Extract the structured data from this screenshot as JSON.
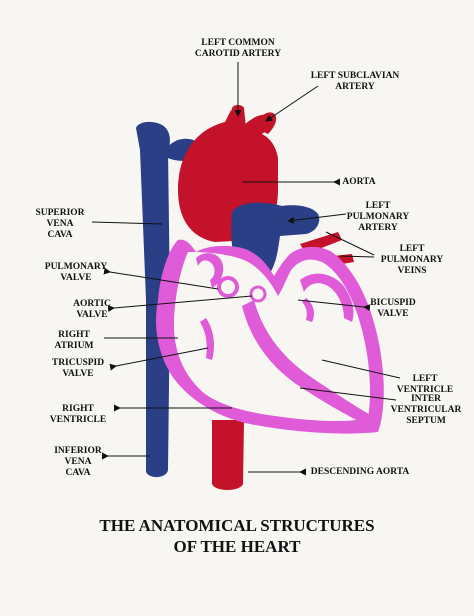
{
  "title_line1": "THE ANATOMICAL STRUCTURES",
  "title_line2": "OF THE HEART",
  "colors": {
    "background": "#f7f6f2",
    "venous_blue": "#2b3f86",
    "arterial_red": "#c4122a",
    "chamber_pink": "#e05bd8",
    "chamber_light": "#f0a6ec"
  },
  "labels": {
    "left_common_carotid_artery": "LEFT COMMON\nCAROTID ARTERY",
    "left_subclavian_artery": "LEFT SUBCLAVIAN\nARTERY",
    "aorta": "AORTA",
    "superior_vena_cava": "SUPERIOR\nVENA\nCAVA",
    "left_pulmonary_artery": "LEFT\nPULMONARY\nARTERY",
    "left_pulmonary_veins": "LEFT\nPULMONARY\nVEINS",
    "pulmonary_valve": "PULMONARY\nVALVE",
    "aortic_valve": "AORTIC\nVALVE",
    "bicuspid_valve": "BICUSPID\nVALVE",
    "right_atrium": "RIGHT\nATRIUM",
    "tricuspid_valve": "TRICUSPID\nVALVE",
    "left_ventricle": "LEFT\nVENTRICLE",
    "right_ventricle": "RIGHT\nVENTRICLE",
    "inter_ventricular_septum": "INTER\nVENTRICULAR\nSEPTUM",
    "inferior_vena_cava": "INFERIOR\nVENA\nCAVA",
    "descending_aorta": "DESCENDING AORTA"
  }
}
